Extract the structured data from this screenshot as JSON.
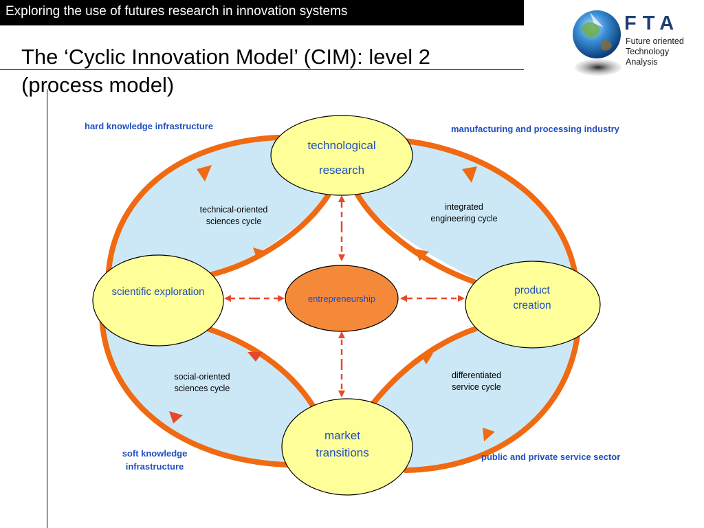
{
  "header": {
    "text": "Exploring the use of futures research in innovation systems"
  },
  "title": {
    "line1": "The ‘Cyclic Innovation Model’ (CIM): level 2",
    "line2": "(process model)"
  },
  "logo": {
    "mark": "FTA",
    "line1": "Future oriented",
    "line2": "Technology",
    "line3": "Analysis"
  },
  "corners": {
    "top_left": "hard knowledge infrastructure",
    "top_right": "manufacturing and processing industry",
    "bottom_left_1": "soft knowledge",
    "bottom_left_2": "infrastructure",
    "bottom_right": "public and private service sector"
  },
  "nodes": {
    "top_1": "technological",
    "top_2": "research",
    "left": "scientific exploration",
    "right_1": "product",
    "right_2": "creation",
    "bottom_1": "market",
    "bottom_2": "transitions",
    "center": "entrepreneurship"
  },
  "cycles": {
    "top_left_1": "technical-oriented",
    "top_left_2": "sciences cycle",
    "top_right_1": "integrated",
    "top_right_2": "engineering cycle",
    "bottom_left_1": "social-oriented",
    "bottom_left_2": "sciences cycle",
    "bottom_right_1": "differentiated",
    "bottom_right_2": "service cycle"
  },
  "colors": {
    "header_bg": "#000000",
    "fill": "#cce8f7",
    "ring": "#f06a12",
    "node": "#ffff99",
    "center": "#f5893a",
    "label_blue": "#1f4fbf",
    "dashed": "#e8482a"
  }
}
